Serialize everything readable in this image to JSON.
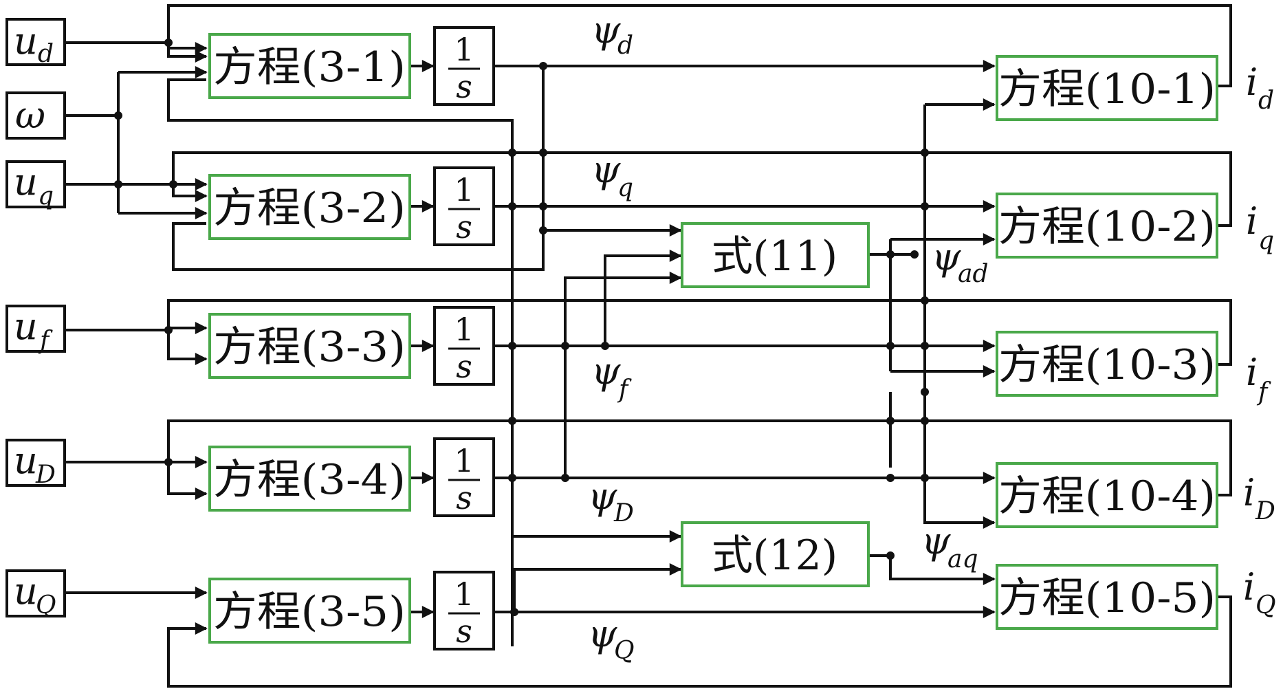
{
  "inputs": [
    {
      "id": "ud",
      "main": "u",
      "sub": "d"
    },
    {
      "id": "omega",
      "main": "ω",
      "sub": ""
    },
    {
      "id": "uq",
      "main": "u",
      "sub": "q"
    },
    {
      "id": "uf",
      "main": "u",
      "sub": "f"
    },
    {
      "id": "uD",
      "main": "u",
      "sub": "D"
    },
    {
      "id": "uQ",
      "main": "u",
      "sub": "Q"
    }
  ],
  "left_equations": [
    "方程(3-1)",
    "方程(3-2)",
    "方程(3-3)",
    "方程(3-4)",
    "方程(3-5)"
  ],
  "integrator": {
    "num": "1",
    "den": "s"
  },
  "mid_equations": [
    "式(11)",
    "式(12)"
  ],
  "right_equations": [
    "方程(10-1)",
    "方程(10-2)",
    "方程(10-3)",
    "方程(10-4)",
    "方程(10-5)"
  ],
  "flux_labels": [
    {
      "main": "ψ",
      "sub": "d"
    },
    {
      "main": "ψ",
      "sub": "q"
    },
    {
      "main": "ψ",
      "sub": "f"
    },
    {
      "main": "ψ",
      "sub": "D"
    },
    {
      "main": "ψ",
      "sub": "Q"
    },
    {
      "main": "ψ",
      "sub": "ad"
    },
    {
      "main": "ψ",
      "sub": "aq"
    }
  ],
  "outputs": [
    {
      "main": "i",
      "sub": "d"
    },
    {
      "main": "i",
      "sub": "q"
    },
    {
      "main": "i",
      "sub": "f"
    },
    {
      "main": "i",
      "sub": "D"
    },
    {
      "main": "i",
      "sub": "Q"
    }
  ]
}
